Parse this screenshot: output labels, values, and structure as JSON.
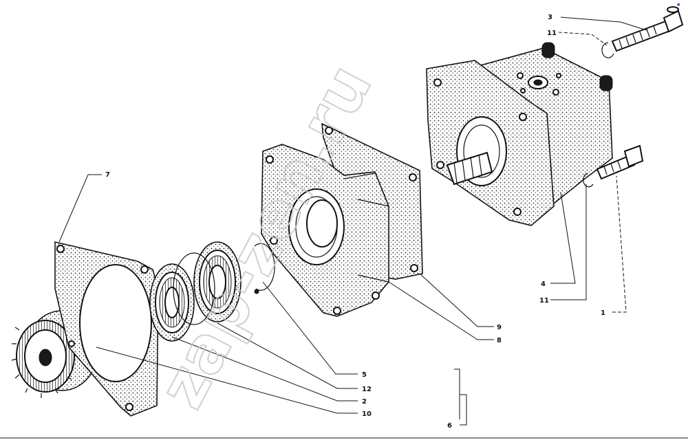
{
  "drawing": {
    "callouts": [
      {
        "id": "c1",
        "text": "1"
      },
      {
        "id": "c2",
        "text": "2"
      },
      {
        "id": "c3",
        "text": "3"
      },
      {
        "id": "c4",
        "text": "4"
      },
      {
        "id": "c5",
        "text": "5"
      },
      {
        "id": "c6",
        "text": "6"
      },
      {
        "id": "c7",
        "text": "7"
      },
      {
        "id": "c8",
        "text": "8"
      },
      {
        "id": "c9",
        "text": "9"
      },
      {
        "id": "c10",
        "text": "10"
      },
      {
        "id": "c11a",
        "text": "11"
      },
      {
        "id": "c11b",
        "text": "11"
      },
      {
        "id": "c12",
        "text": "12"
      }
    ],
    "watermark": "zap-zen.ru"
  }
}
